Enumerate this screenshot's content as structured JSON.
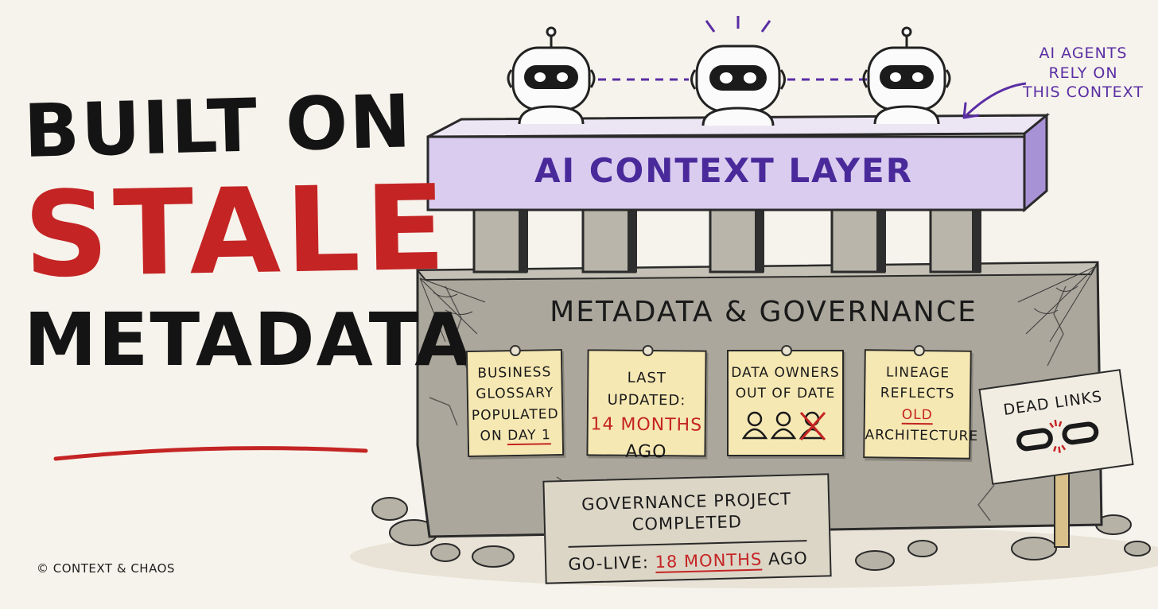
{
  "title": {
    "line1": "BUILT ON",
    "line2": "STALE",
    "line3": "METADATA"
  },
  "copyright": "© CONTEXT & CHAOS",
  "annotation": {
    "line1": "AI AGENTS",
    "line2": "RELY ON",
    "line3": "THIS CONTEXT"
  },
  "context_layer": {
    "label": "AI CONTEXT LAYER"
  },
  "foundation": {
    "title": "METADATA & GOVERNANCE",
    "notes": [
      {
        "l1": "BUSINESS",
        "l2": "GLOSSARY",
        "l3": "POPULATED",
        "l4_pre": "ON ",
        "l4_red": "DAY 1"
      },
      {
        "l1": "LAST UPDATED:",
        "l2_red": "14 MONTHS",
        "l3": "AGO"
      },
      {
        "l1": "DATA OWNERS",
        "l2": "OUT OF DATE"
      },
      {
        "l1": "LINEAGE",
        "l2": "REFLECTS",
        "l3_red": "OLD",
        "l4": "ARCHITECTURE"
      }
    ]
  },
  "project_sign": {
    "line1": "GOVERNANCE PROJECT",
    "line2": "COMPLETED",
    "golive_pre": "GO-LIVE: ",
    "golive_red": "18 MONTHS",
    "golive_post": " AGO"
  },
  "dead_links_sign": {
    "label": "DEAD LINKS"
  },
  "colors": {
    "title_red": "#c42424",
    "accent_purple": "#5a2ea4",
    "layer_fill": "#dcd0f0",
    "stone": "#a9a59b",
    "note_yellow": "#f6e8b3"
  },
  "icons": [
    "robot-icon",
    "person-icon",
    "broken-chain-icon",
    "cobweb-icon"
  ]
}
